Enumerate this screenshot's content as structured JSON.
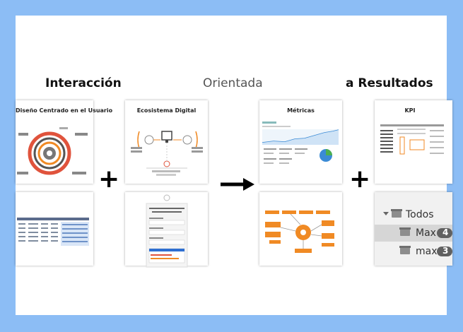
{
  "headings": {
    "left": "Interacción",
    "middle": "Orientada",
    "right": "a Resultados"
  },
  "cards": {
    "ucd_title": "Diseño Centrado en el Usuario",
    "ecosystem_title": "Ecosistema Digital",
    "metrics_title": "Métricas",
    "kpi_title": "KPI"
  },
  "operators": {
    "plus": "+"
  },
  "todos_panel": {
    "header": "Todos",
    "item1": "Max",
    "item2": "max",
    "badge1": "4",
    "badge2": "3"
  },
  "colors": {
    "background": "#8cbdf5",
    "accent_orange": "#f08a24",
    "accent_red": "#e0533c"
  }
}
